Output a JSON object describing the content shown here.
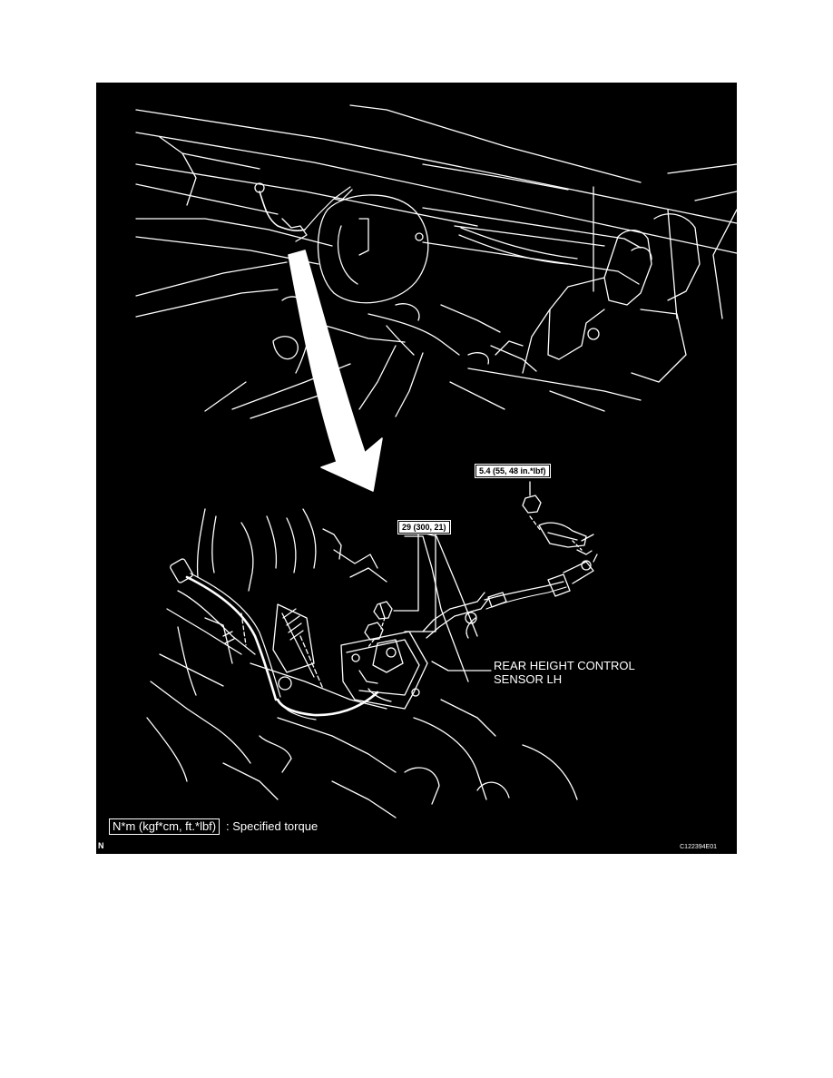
{
  "figure": {
    "torque_labels": {
      "nut_small": "5.4 (55, 48 in.*lbf)",
      "bolts_sensor": "29 (300, 21)"
    },
    "callout": "REAR HEIGHT CONTROL\nSENSOR LH",
    "legend": {
      "unit_box": "N*m (kgf*cm, ft.*lbf)",
      "text": ": Specified torque"
    },
    "corner_mark": "N",
    "figure_code": "C122394E01"
  },
  "colors": {
    "background": "#000000",
    "linework": "#ffffff",
    "page": "#ffffff"
  }
}
